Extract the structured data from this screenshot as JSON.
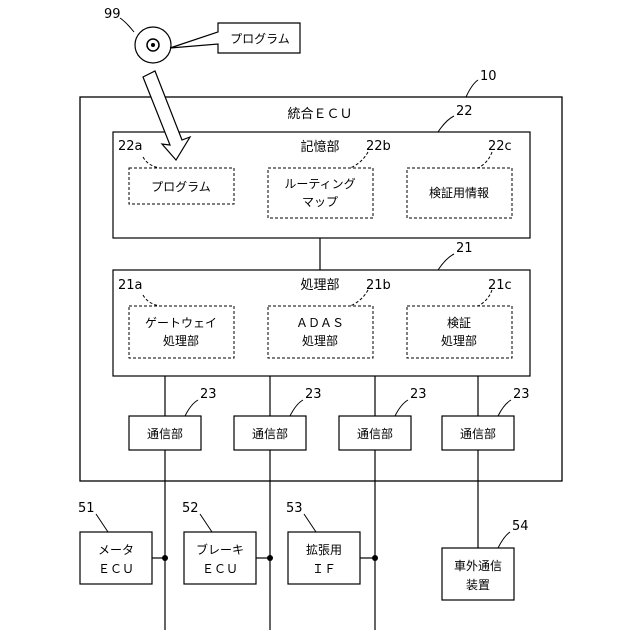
{
  "program": {
    "ref": "99",
    "label": "プログラム"
  },
  "ecu": {
    "ref": "10",
    "title": "統合ＥＣＵ",
    "storage": {
      "ref": "22",
      "title": "記憶部",
      "items": [
        {
          "ref": "22a",
          "lines": [
            "プログラム"
          ]
        },
        {
          "ref": "22b",
          "lines": [
            "ルーティング",
            "マップ"
          ]
        },
        {
          "ref": "22c",
          "lines": [
            "検証用情報"
          ]
        }
      ]
    },
    "processing": {
      "ref": "21",
      "title": "処理部",
      "items": [
        {
          "ref": "21a",
          "lines": [
            "ゲートウェイ",
            "処理部"
          ]
        },
        {
          "ref": "21b",
          "lines": [
            "ＡＤＡＳ",
            "処理部"
          ]
        },
        {
          "ref": "21c",
          "lines": [
            "検証",
            "処理部"
          ]
        }
      ]
    },
    "comm_units": [
      {
        "ref": "23",
        "label": "通信部"
      },
      {
        "ref": "23",
        "label": "通信部"
      },
      {
        "ref": "23",
        "label": "通信部"
      },
      {
        "ref": "23",
        "label": "通信部"
      }
    ]
  },
  "external": [
    {
      "ref": "51",
      "lines": [
        "メータ",
        "ＥＣＵ"
      ]
    },
    {
      "ref": "52",
      "lines": [
        "ブレーキ",
        "ＥＣＵ"
      ]
    },
    {
      "ref": "53",
      "lines": [
        "拡張用",
        "ＩＦ"
      ]
    },
    {
      "ref": "54",
      "lines": [
        "車外通信",
        "装置"
      ]
    }
  ]
}
